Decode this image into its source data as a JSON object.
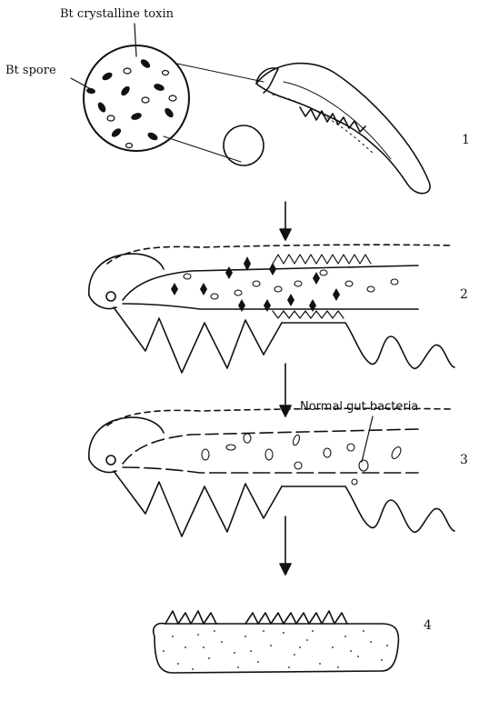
{
  "labels": {
    "crystal": "Bt crystalline toxin",
    "spore": "Bt spore",
    "bacteria": "Normal gut bacteria"
  },
  "stages": [
    "1",
    "2",
    "3",
    "4"
  ],
  "colors": {
    "ink": "#111111",
    "paper": "#ffffff"
  }
}
